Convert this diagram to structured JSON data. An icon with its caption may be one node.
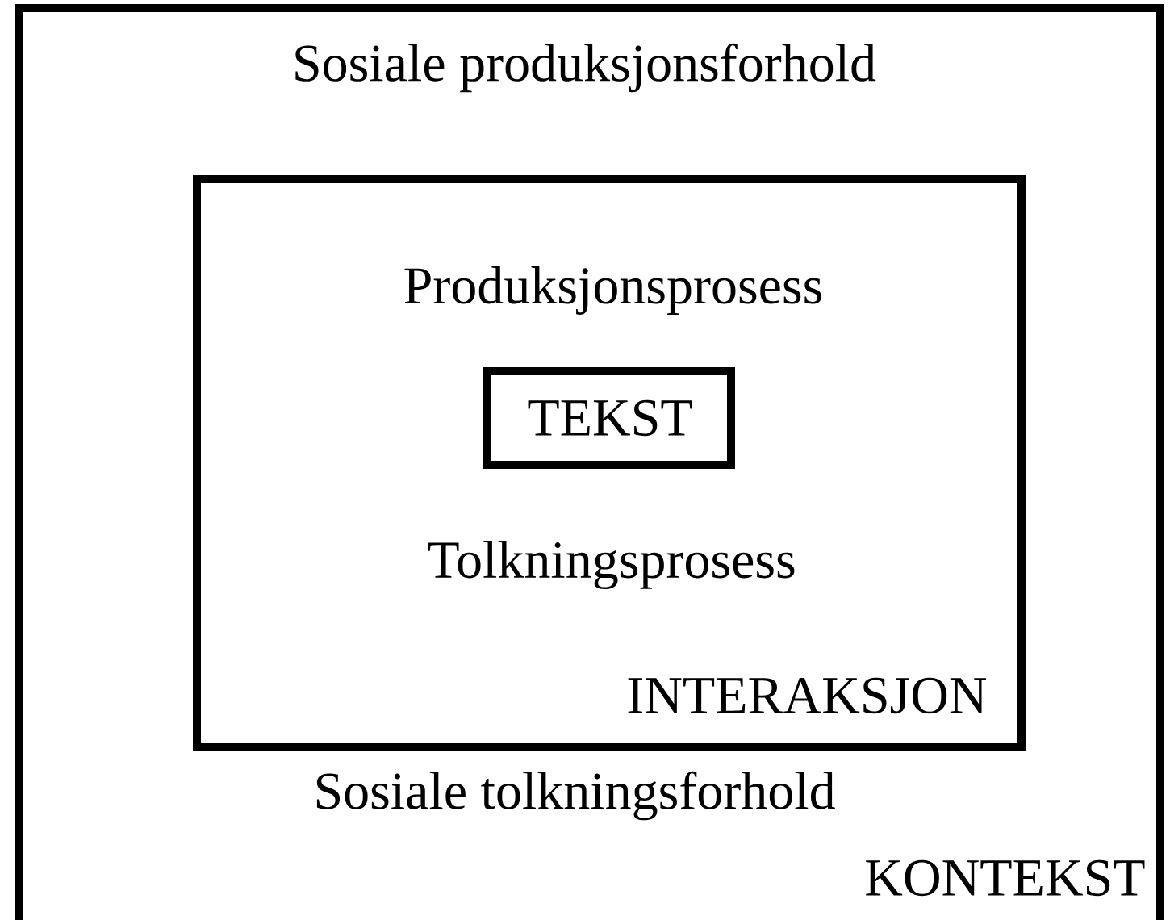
{
  "diagram": {
    "nodes": [
      {
        "text": [
          "Sosiale produksjonsforhold",
          "Sosiale tolkningsforhold",
          "KONTEKST"
        ]
      },
      {
        "text": [
          "Produksjonsprosess",
          "Tolkningsprosess",
          "INTERAKSJON"
        ],
        "in": 0
      },
      {
        "text": [
          "TEKST"
        ],
        "in": 1
      }
    ]
  }
}
